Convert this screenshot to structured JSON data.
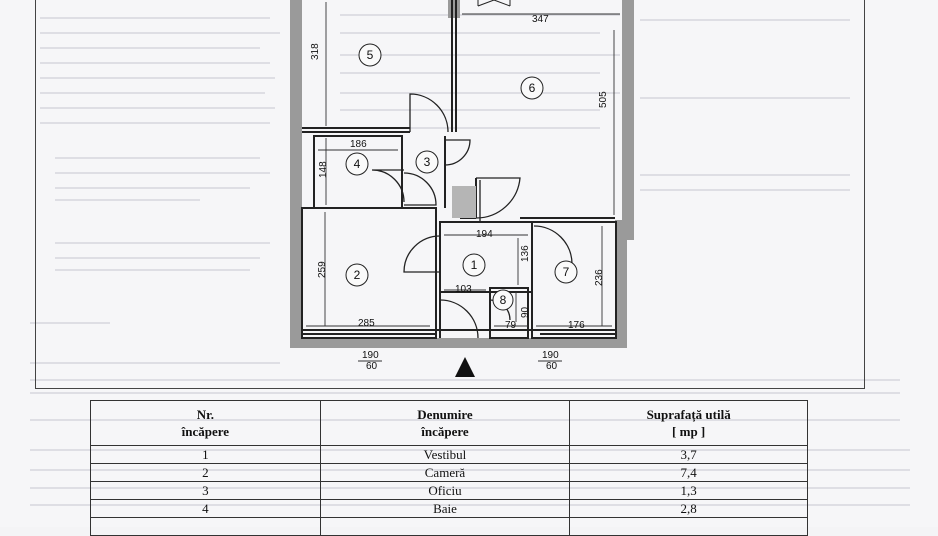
{
  "plan": {
    "dimensions": {
      "d347": "347",
      "d318": "318",
      "d505": "505",
      "d186": "186",
      "d148": "148",
      "d194": "194",
      "d136": "136",
      "d259": "259",
      "d103": "103",
      "d236": "236",
      "d90": "90",
      "d285": "285",
      "d79": "79",
      "d176": "176",
      "win_left_top": "190",
      "win_left_bottom": "60",
      "win_right_top": "190",
      "win_right_bottom": "60"
    },
    "rooms": [
      "1",
      "2",
      "3",
      "4",
      "5",
      "6",
      "7",
      "8"
    ],
    "wall_color": "#9a9a9a",
    "line_color": "#222222"
  },
  "table": {
    "headers": {
      "nr": "Nr. încăpere",
      "nr_line1": "Nr.",
      "nr_line2": "încăpere",
      "name_line1": "Denumire",
      "name_line2": "încăpere",
      "area_line1": "Suprafață utilă",
      "area_line2": "[ mp ]"
    },
    "rows": [
      {
        "nr": "1",
        "name": "Vestibul",
        "area": "3,7"
      },
      {
        "nr": "2",
        "name": "Cameră",
        "area": "7,4"
      },
      {
        "nr": "3",
        "name": "Oficiu",
        "area": "1,3"
      },
      {
        "nr": "4",
        "name": "Baie",
        "area": "2,8"
      },
      {
        "nr": "",
        "name": "",
        "area": ""
      }
    ]
  }
}
